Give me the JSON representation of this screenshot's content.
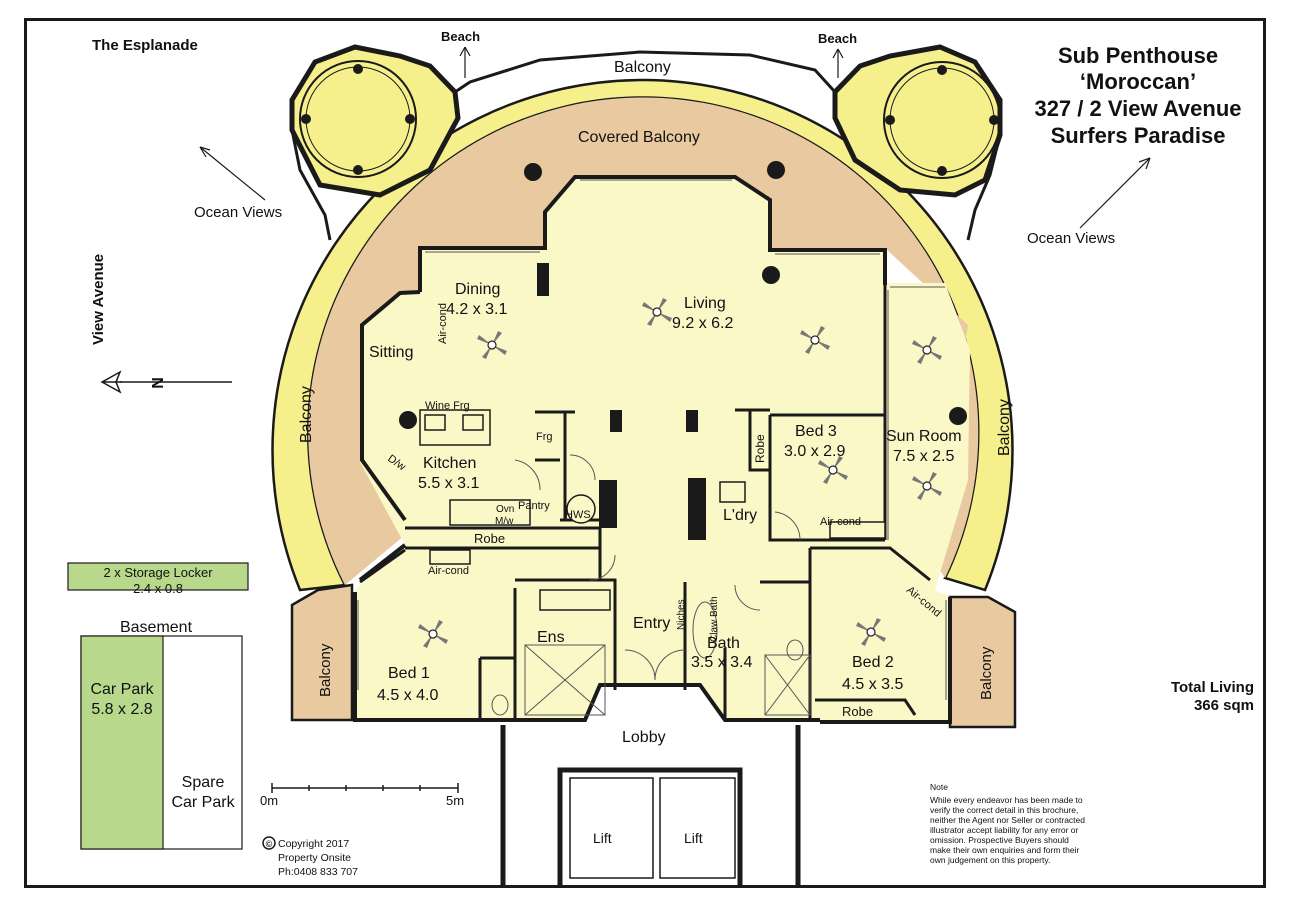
{
  "title": {
    "lines": [
      "Sub Penthouse",
      "‘Moroccan’",
      "327 / 2 View Avenue",
      "Surfers Paradise"
    ]
  },
  "streets": {
    "north": "The Esplanade",
    "west": "View  Avenue"
  },
  "compass": {
    "letter": "N"
  },
  "views": {
    "left": "Ocean Views",
    "right": "Ocean Views"
  },
  "beach": {
    "left": "Beach",
    "right": "Beach"
  },
  "outdoor": {
    "balcony_top": "Balcony",
    "covered_balcony": "Covered Balcony",
    "balcony_left": "Balcony",
    "balcony_right": "Balcony",
    "balcony_bottom_left": "Balcony",
    "balcony_bottom_right": "Balcony",
    "lobby": "Lobby"
  },
  "rooms": {
    "dining": {
      "name": "Dining",
      "size": "4.2 x 3.1"
    },
    "living": {
      "name": "Living",
      "size": "9.2 x 6.2"
    },
    "sitting": {
      "name": "Sitting"
    },
    "kitchen": {
      "name": "Kitchen",
      "size": "5.5 x 3.1"
    },
    "bed3": {
      "name": "Bed 3",
      "size": "3.0 x 2.9"
    },
    "sunroom": {
      "name": "Sun Room",
      "size": "7.5 x 2.5"
    },
    "bed1": {
      "name": "Bed 1",
      "size": "4.5 x 4.0"
    },
    "ens": {
      "name": "Ens"
    },
    "entry": {
      "name": "Entry"
    },
    "bath": {
      "name": "Bath",
      "size": "3.5 x 3.4"
    },
    "bed2": {
      "name": "Bed 2",
      "size": "4.5 x 3.5"
    },
    "laundry": {
      "name": "L'dry"
    }
  },
  "fixtures": {
    "wine_frg": "Wine Frg",
    "frg": "Frg",
    "pantry": "Pantry",
    "hws": "HWS",
    "dw": "D/w",
    "ovn": "Ovn",
    "mw": "M/w",
    "robe_kitchen": "Robe",
    "robe_bed3": "Robe",
    "robe_bed2": "Robe",
    "aircond_dining": "Air-cond",
    "aircond_bed1": "Air-cond",
    "aircond_bed3": "Air-cond",
    "aircond_bed2": "Air-cond",
    "niches": "Niches",
    "claw_bath": "Claw Bath",
    "lift1": "Lift",
    "lift2": "Lift"
  },
  "storage": {
    "label_line1": "2 x Storage Locker",
    "label_line2": "2.4 x 0.8"
  },
  "basement": {
    "title": "Basement",
    "carpark_line1": "Car Park",
    "carpark_line2": "5.8 x 2.8",
    "spare_line1": "Spare",
    "spare_line2": "Car Park"
  },
  "scale": {
    "start": "0m",
    "end": "5m"
  },
  "total": {
    "line1": "Total Living",
    "line2": "366 sqm"
  },
  "copyright": {
    "symbol": "©",
    "lines": [
      "Copyright 2017",
      "Property Onsite",
      "Ph:0408 833 707"
    ]
  },
  "note": {
    "heading": "Note",
    "lines": [
      "While every endeavor has been made to",
      "verify the correct detail in this brochure,",
      "neither the Agent nor Seller or contracted",
      "illustrator accept liability for any error or",
      "omission. Prospective Buyers should",
      "make their own enquiries and form their",
      "own judgement on this property."
    ]
  },
  "colors": {
    "balcony": "#f5f08c",
    "covered": "#e8c9a0",
    "interior": "#fbf8c8",
    "carpark": "#b8d98c",
    "wall": "#1a1a1a"
  }
}
